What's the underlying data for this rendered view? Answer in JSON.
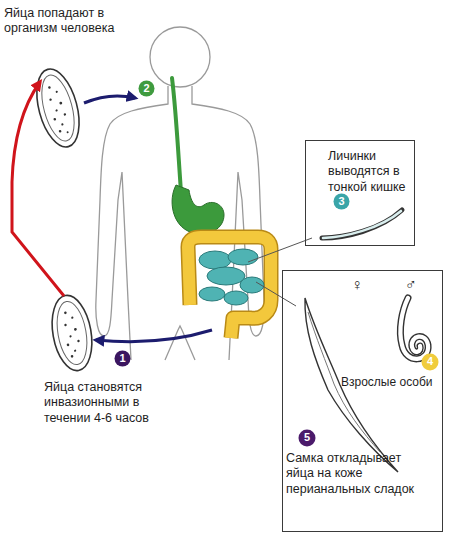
{
  "diagram": {
    "nodes": [
      {
        "text": [
          "2"
        ]
      },
      {
        "text": [
          "Личинки выводятся в тонкой кишке"
        ]
      },
      {
        "text": [
          "3"
        ],
        "in": 1
      },
      {
        "text": [
          "♀",
          "♂",
          "Взрослые особи",
          "Самка откладывает яйца на коже перианальных сладок"
        ]
      },
      {
        "text": [
          "4"
        ],
        "in": 3
      },
      {
        "text": [
          "5"
        ],
        "in": 3
      },
      {
        "text": [
          "1"
        ]
      }
    ],
    "labels": [
      "Яйца попадают в организм человека",
      "Яйца становятся инвазионными в течении 4-6 часов"
    ]
  }
}
